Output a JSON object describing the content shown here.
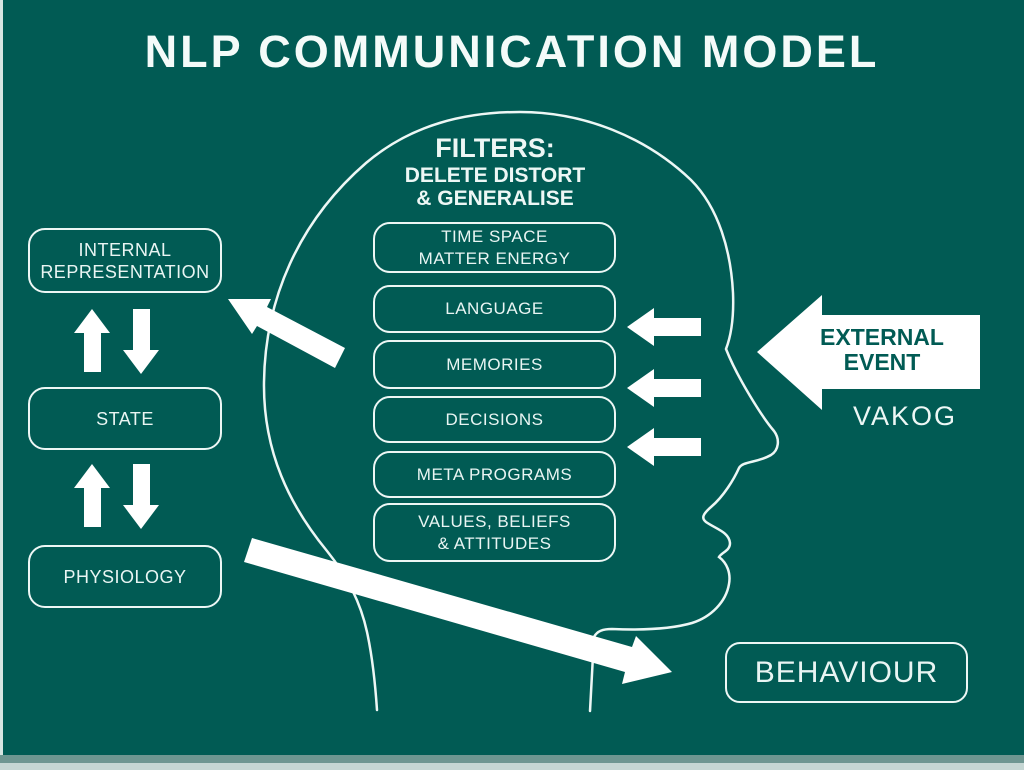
{
  "title": "NLP COMMUNICATION MODEL",
  "head": {
    "filters_heading": {
      "line1": "FILTERS:",
      "line2": "DELETE DISTORT",
      "line3": "& GENERALISE"
    },
    "filter_boxes": [
      {
        "lines": [
          "TIME SPACE",
          "MATTER ENERGY"
        ]
      },
      {
        "lines": [
          "LANGUAGE"
        ]
      },
      {
        "lines": [
          "MEMORIES"
        ]
      },
      {
        "lines": [
          "DECISIONS"
        ]
      },
      {
        "lines": [
          "META PROGRAMS"
        ]
      },
      {
        "lines": [
          "VALUES, BELIEFS",
          "& ATTITUDES"
        ]
      }
    ]
  },
  "left_chain": [
    {
      "lines": [
        "INTERNAL",
        "REPRESENTATION"
      ]
    },
    {
      "lines": [
        "STATE"
      ]
    },
    {
      "lines": [
        "PHYSIOLOGY"
      ]
    }
  ],
  "external": {
    "event_line1": "EXTERNAL",
    "event_line2": "EVENT",
    "vakog": "VAKOG"
  },
  "behaviour": "BEHAVIOUR",
  "colors": {
    "background": "#015B54",
    "line_and_text": "#EDF7F5",
    "arrow_white": "#FFFFFF",
    "external_event_text": "#015B54"
  }
}
